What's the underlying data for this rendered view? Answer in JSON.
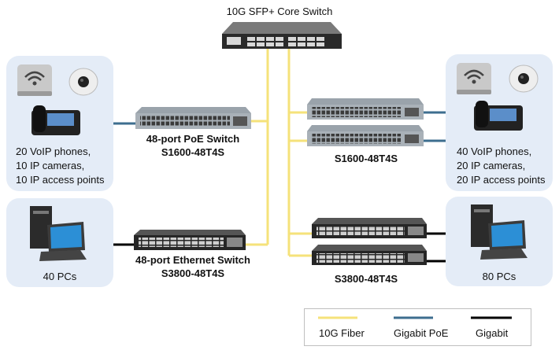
{
  "core_switch": {
    "label": "10G SFP+ Core Switch"
  },
  "left_top_group": {
    "devices": [
      "wifi-access-point",
      "ip-camera",
      "voip-phone"
    ],
    "text": [
      "20 VoIP phones,",
      "10 IP cameras,",
      "10 IP access points"
    ]
  },
  "left_bottom_group": {
    "devices": [
      "desktop-pc"
    ],
    "text": "40 PCs"
  },
  "right_top_group": {
    "devices": [
      "wifi-access-point",
      "ip-camera",
      "voip-phone"
    ],
    "text": [
      "40 VoIP phones,",
      "20 IP cameras,",
      "20 IP access points"
    ]
  },
  "right_bottom_group": {
    "devices": [
      "desktop-pc"
    ],
    "text": "80 PCs"
  },
  "switches": {
    "poe_left": {
      "name": "48-port PoE Switch",
      "model": "S1600-48T4S"
    },
    "poe_right": {
      "model": "S1600-48T4S"
    },
    "eth_left": {
      "name": "48-port Ethernet Switch",
      "model": "S3800-48T4S"
    },
    "eth_right": {
      "model": "S3800-48T4S"
    }
  },
  "legend": {
    "items": [
      {
        "label": "10G Fiber",
        "color": "#f5e27a"
      },
      {
        "label": "Gigabit PoE",
        "color": "#3d6e8f"
      },
      {
        "label": "Gigabit",
        "color": "#000000"
      }
    ]
  }
}
